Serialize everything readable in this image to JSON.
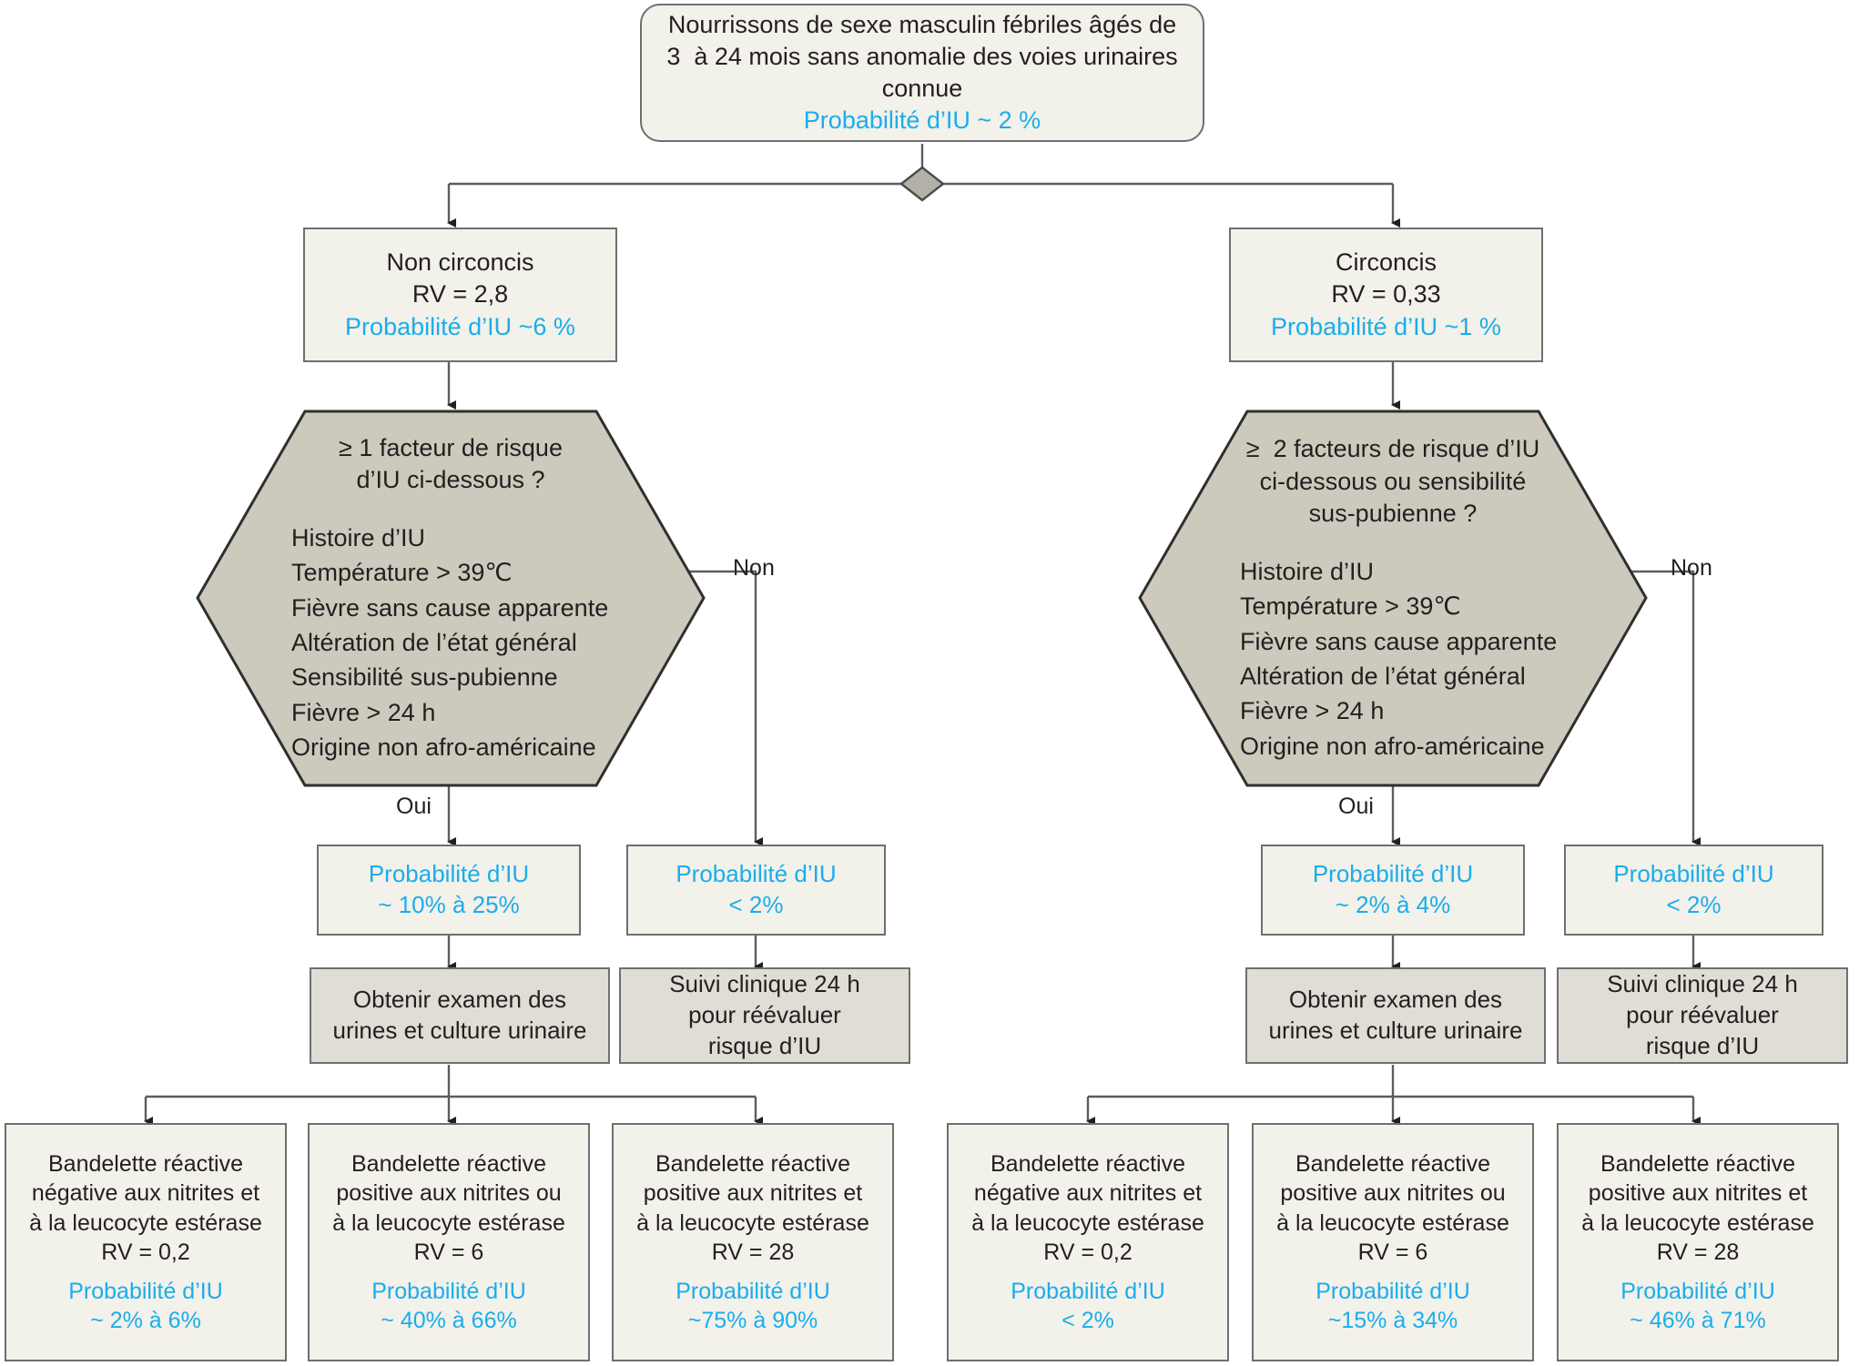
{
  "diagram": {
    "title_node": {
      "lines": [
        "Nourrissons de sexe masculin fébriles âgés de",
        "3  à 24 mois sans anomalie des voies urinaires",
        "connue"
      ],
      "probability": "Probabilité d’IU ~ 2 %"
    },
    "decision_split": {
      "shape": "diamond"
    },
    "branches": [
      {
        "id": "non-circoncis",
        "header": {
          "label": "Non circoncis",
          "rv": "RV = 2,8",
          "probability": "Probabilité d’IU ~6 %"
        },
        "hexagon": {
          "question": [
            "≥ 1 facteur de risque",
            "d’IU ci-dessous ?"
          ],
          "risk_factors": [
            "Histoire d’IU",
            "Température > 39℃",
            "Fièvre sans cause apparente",
            "Altération de l’état général",
            "Sensibilité sus-pubienne",
            "Fièvre > 24 h",
            "Origine non afro-américaine"
          ],
          "yes_label": "Oui",
          "no_label": "Non"
        },
        "yes_path": {
          "probability_box": {
            "line1": "Probabilité d’IU",
            "line2": "~ 10% à 25%"
          },
          "action_box": [
            "Obtenir examen des",
            "urines et culture urinaire"
          ]
        },
        "no_path": {
          "probability_box": {
            "line1": "Probabilité d’IU",
            "line2": "< 2%"
          },
          "action_box": [
            "Suivi clinique 24 h",
            "pour réévaluer",
            "risque d’IU"
          ]
        },
        "outcomes": [
          {
            "text": [
              "Bandelette réactive",
              "négative aux nitrites et",
              "à la leucocyte estérase"
            ],
            "rv": "RV = 0,2",
            "prob_label": "Probabilité d’IU",
            "prob_value": "~ 2% à 6%"
          },
          {
            "text": [
              "Bandelette réactive",
              "positive aux nitrites ou",
              "à la leucocyte estérase"
            ],
            "rv": "RV = 6",
            "prob_label": "Probabilité d’IU",
            "prob_value": "~ 40% à 66%"
          },
          {
            "text": [
              "Bandelette réactive",
              "positive aux nitrites et",
              "à la leucocyte estérase"
            ],
            "rv": "RV = 28",
            "prob_label": "Probabilité d’IU",
            "prob_value": "~75% à 90%"
          }
        ]
      },
      {
        "id": "circoncis",
        "header": {
          "label": "Circoncis",
          "rv": "RV = 0,33",
          "probability": "Probabilité d’IU ~1 %"
        },
        "hexagon": {
          "question": [
            "≥  2 facteurs de risque d’IU",
            "ci-dessous ou sensibilité",
            "sus-pubienne ?"
          ],
          "risk_factors": [
            "Histoire d’IU",
            "Température > 39℃",
            "Fièvre sans cause apparente",
            "Altération de l’état général",
            "Fièvre > 24 h",
            "Origine non afro-américaine"
          ],
          "yes_label": "Oui",
          "no_label": "Non"
        },
        "yes_path": {
          "probability_box": {
            "line1": "Probabilité d’IU",
            "line2": "~ 2% à 4%"
          },
          "action_box": [
            "Obtenir examen des",
            "urines et culture urinaire"
          ]
        },
        "no_path": {
          "probability_box": {
            "line1": "Probabilité d’IU",
            "line2": "< 2%"
          },
          "action_box": [
            "Suivi clinique 24 h",
            "pour réévaluer",
            "risque d’IU"
          ]
        },
        "outcomes": [
          {
            "text": [
              "Bandelette réactive",
              "négative aux nitrites et",
              "à la leucocyte estérase"
            ],
            "rv": "RV = 0,2",
            "prob_label": "Probabilité d’IU",
            "prob_value": "< 2%"
          },
          {
            "text": [
              "Bandelette réactive",
              "positive aux nitrites ou",
              "à la leucocyte estérase"
            ],
            "rv": "RV = 6",
            "prob_label": "Probabilité d’IU",
            "prob_value": "~15% à 34%"
          },
          {
            "text": [
              "Bandelette réactive",
              "positive aux nitrites et",
              "à la leucocyte estérase"
            ],
            "rv": "RV = 28",
            "prob_label": "Probabilité d’IU",
            "prob_value": "~ 46% à 71%"
          }
        ]
      }
    ],
    "colors": {
      "accent_blue": "#1badeb",
      "box_fill": "#f2f1ea",
      "box_fill_grey": "#e0ddd5",
      "hex_fill": "#cdc9bd",
      "border": "#6f6f6f",
      "text": "#231f20"
    }
  }
}
